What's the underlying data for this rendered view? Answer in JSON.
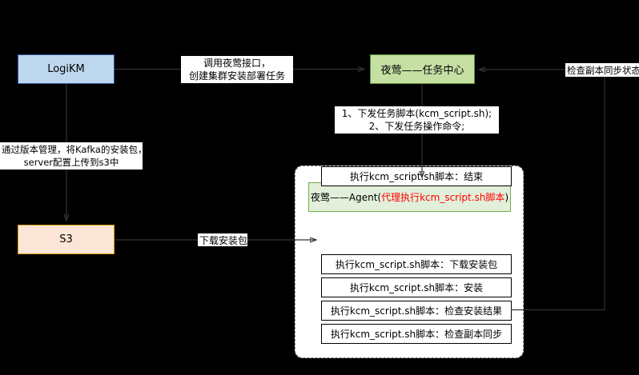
{
  "colors": {
    "background": "#000000",
    "logikm_fill": "#BDD7EE",
    "logikm_border": "#2F5597",
    "task_center_fill": "#C6E0A4",
    "task_center_border": "#5E8E3E",
    "s3_fill": "#FBE5D6",
    "s3_border": "#D79B00",
    "agent_fill": "#E2EFDA",
    "agent_border": "#70AD47",
    "agent_highlight_text": "#FF0000",
    "connector": "#333333"
  },
  "nodes": {
    "logikm": {
      "label": "LogiKM"
    },
    "task_center": {
      "label": "夜莺——任务中心"
    },
    "s3": {
      "label": "S3"
    },
    "agent": {
      "label_prefix": "夜莺——Agent(",
      "label_red": "代理执行kcm_script.sh脚本",
      "label_suffix": ")"
    }
  },
  "edge_labels": {
    "call_api": {
      "line1": "调用夜莺接口，",
      "line2": "创建集群安装部署任务"
    },
    "check_replica_status": "检查副本同步状态",
    "dispatch": {
      "line1": "1、下发任务脚本(kcm_script.sh);",
      "line2": "2、下发任务操作命令;"
    },
    "upload_s3": {
      "line1": "通过版本管理，将Kafka的安装包，",
      "line2": "server配置上传到s3中"
    },
    "download_package": "下载安装包"
  },
  "agent_steps": [
    "执行kcm_script.sh脚本：下载安装包",
    "执行kcm_script.sh脚本：安装",
    "执行kcm_script.sh脚本：检查安装结果",
    "执行kcm_script.sh脚本：检查副本同步",
    "执行kcm_script.sh脚本：结束"
  ]
}
